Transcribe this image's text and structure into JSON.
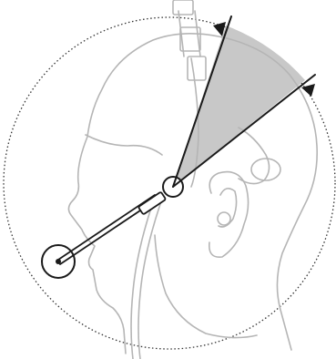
{
  "diagram": {
    "subject": "headset-boom-adjustment",
    "colors": {
      "background": "#ffffff",
      "outline_light": "#b8b8b8",
      "outline_dark": "#1a1a1a",
      "wedge_fill": "#c8c8c8",
      "boundary": "#333333"
    },
    "icons": [
      "head-profile",
      "headband",
      "ear",
      "boom-pivot",
      "microphone",
      "adjustment-range-wedge",
      "arrowheads"
    ]
  }
}
